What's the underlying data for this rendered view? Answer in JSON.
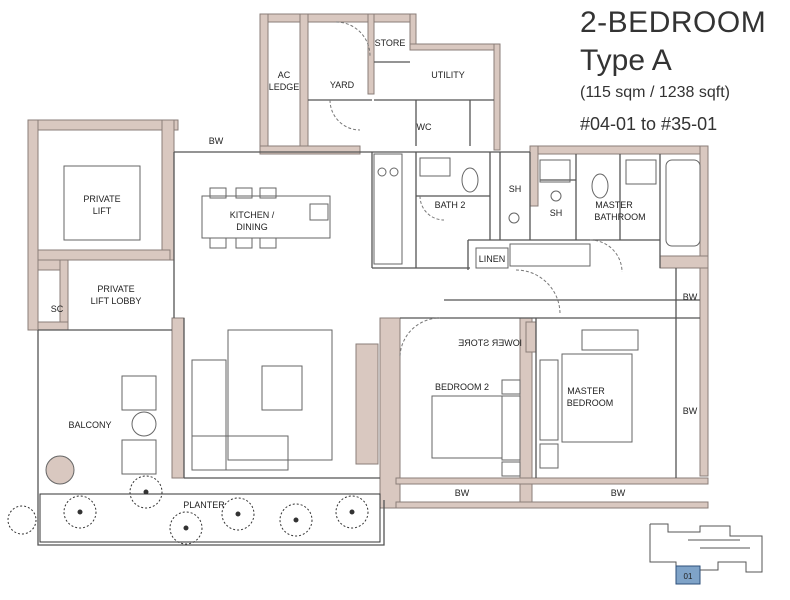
{
  "header": {
    "title": "2-BEDROOM",
    "type": "Type A",
    "area": "(115 sqm / 1238 sqft)",
    "units": "#04-01 to #35-01"
  },
  "rooms": {
    "ac_ledge_1": "AC",
    "ac_ledge_2": "LEDGE",
    "yard": "YARD",
    "store": "STORE",
    "utility": "UTILITY",
    "wc": "WC",
    "bw_top": "BW",
    "private_lift_1": "PRIVATE",
    "private_lift_2": "LIFT",
    "kitchen_1": "KITCHEN /",
    "kitchen_2": "DINING",
    "bath2": "BATH 2",
    "sh_bath2": "SH",
    "sh_master": "SH",
    "master_bath_1": "MASTER",
    "master_bath_2": "BATHROOM",
    "linen": "LINEN",
    "sc": "SC",
    "lift_lobby_1": "PRIVATE",
    "lift_lobby_2": "LIFT LOBBY",
    "bw_right_1": "BW",
    "bw_right_2": "BW",
    "balcony": "BALCONY",
    "bedroom2": "BEDROOM 2",
    "master_bed_1": "MASTER",
    "master_bed_2": "BEDROOM",
    "bw_bed2": "BW",
    "bw_master": "BW",
    "planter": "PLANTER",
    "wardrobe_mirror": "ƎЯOTƧ ЯƎWOl"
  },
  "key_plan": {
    "unit_label": "01"
  },
  "colors": {
    "wall": "#d9c8c0",
    "wall_stroke": "#8a7e78",
    "line": "#555555",
    "unit_highlight": "#7fa3c8"
  }
}
